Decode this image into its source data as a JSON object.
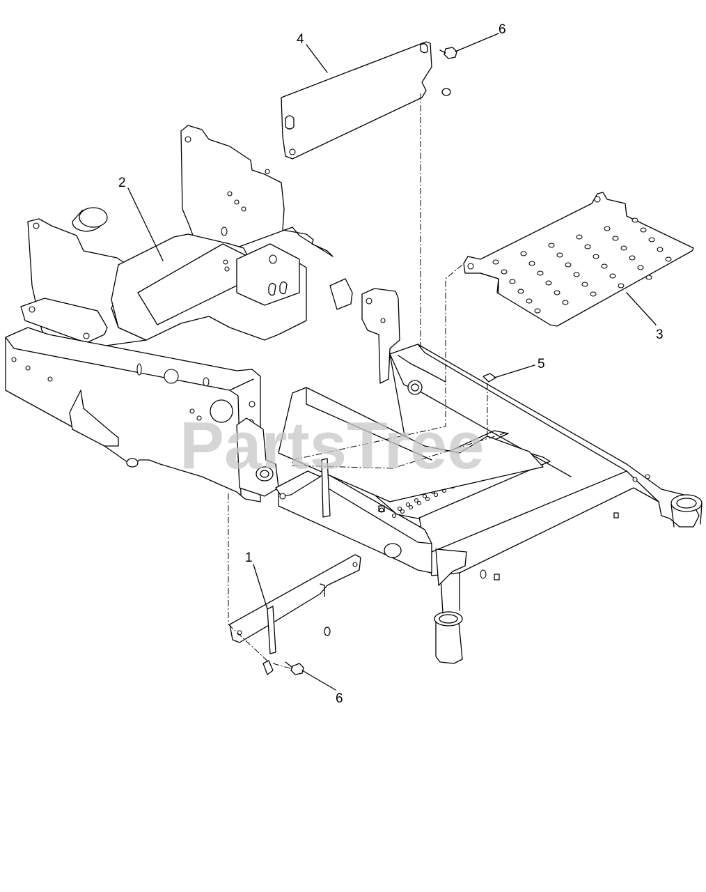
{
  "diagram": {
    "watermark": "PartsTree",
    "callouts": [
      {
        "id": "c1",
        "label": "1"
      },
      {
        "id": "c2",
        "label": "2"
      },
      {
        "id": "c3",
        "label": "3"
      },
      {
        "id": "c4",
        "label": "4"
      },
      {
        "id": "c5",
        "label": "5"
      },
      {
        "id": "c6a",
        "label": "6"
      },
      {
        "id": "c6b",
        "label": "6"
      }
    ]
  }
}
